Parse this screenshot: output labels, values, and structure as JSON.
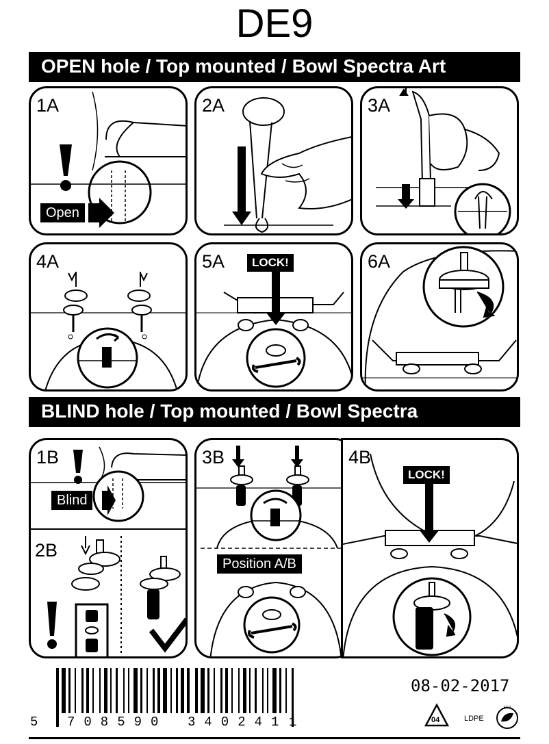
{
  "title": "DE9",
  "section_a": {
    "heading": "OPEN hole / Top mounted / Bowl Spectra Art",
    "steps": {
      "s1": "1A",
      "s2": "2A",
      "s3": "3A",
      "s4": "4A",
      "s5": "5A",
      "s6": "6A"
    },
    "open_label": "Open",
    "lock_label": "LOCK!"
  },
  "section_b": {
    "heading": "BLIND hole / Top mounted / Bowl Spectra",
    "steps": {
      "s1": "1B",
      "s2": "2B",
      "s3": "3B",
      "s4": "4B"
    },
    "blind_label": "Blind",
    "position_label": "Position A/B",
    "lock_label": "LOCK!"
  },
  "footer": {
    "barcode_digits": {
      "first": "5",
      "group1": "708590",
      "group2": "340241",
      "last": "1"
    },
    "date": "08-02-2017",
    "recycle_code": "04",
    "material": "LDPE",
    "eco_mark": "ECO"
  }
}
